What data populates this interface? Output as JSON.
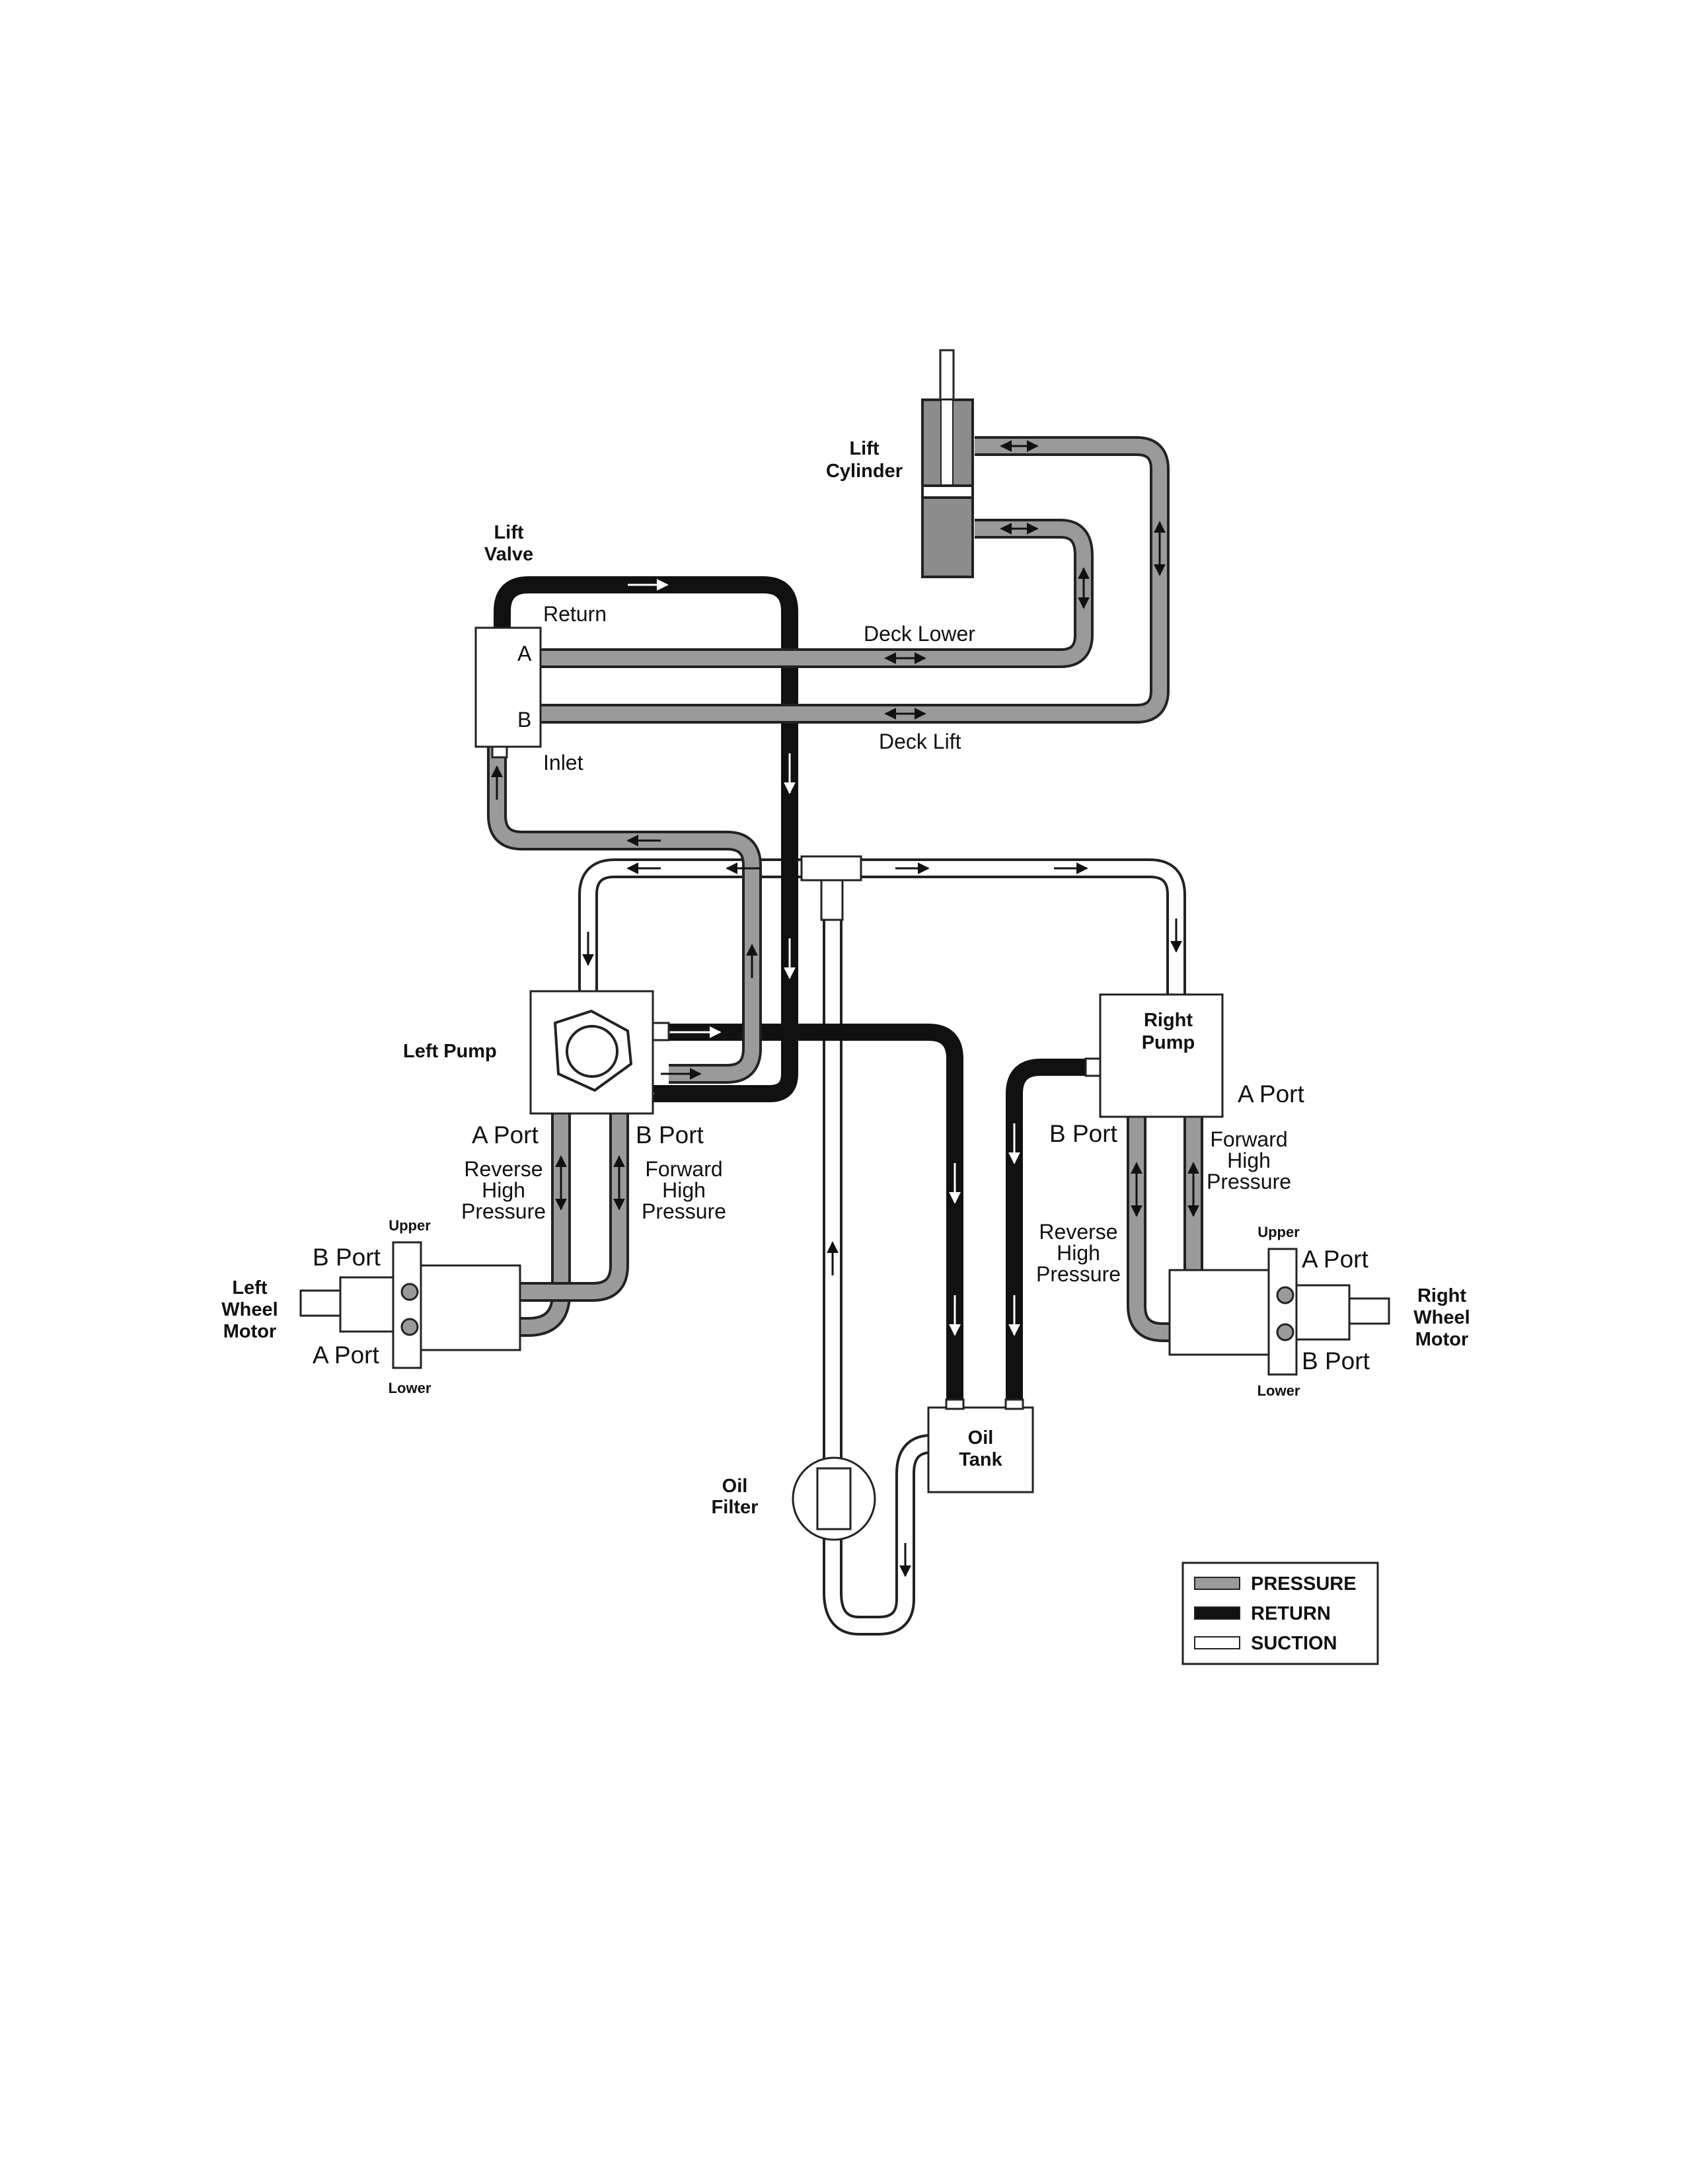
{
  "labels": {
    "lift_cylinder": [
      "Lift",
      "Cylinder"
    ],
    "lift_valve": [
      "Lift",
      "Valve"
    ],
    "return": "Return",
    "inlet": "Inlet",
    "valve_port_a": "A",
    "valve_port_b": "B",
    "deck_lower": "Deck Lower",
    "deck_lift": "Deck Lift",
    "left_pump": "Left Pump",
    "right_pump": [
      "Right",
      "Pump"
    ],
    "left_a_port": "A Port",
    "left_b_port": "B Port",
    "right_a_port": "A Port",
    "right_b_port": "B Port",
    "left_reverse": [
      "Reverse",
      "High",
      "Pressure"
    ],
    "left_forward": [
      "Forward",
      "High",
      "Pressure"
    ],
    "right_forward": [
      "Forward",
      "High",
      "Pressure"
    ],
    "right_reverse": [
      "Reverse",
      "High",
      "Pressure"
    ],
    "left_motor": [
      "Left",
      "Wheel",
      "Motor"
    ],
    "right_motor": [
      "Right",
      "Wheel",
      "Motor"
    ],
    "left_motor_b_port": "B Port",
    "left_motor_a_port": "A Port",
    "right_motor_a_port": "A Port",
    "right_motor_b_port": "B Port",
    "upper": "Upper",
    "lower": "Lower",
    "oil_tank": [
      "Oil",
      "Tank"
    ],
    "oil_filter": [
      "Oil",
      "Filter"
    ]
  },
  "legend": {
    "items": [
      {
        "label": "PRESSURE",
        "color": "#9a9a9a"
      },
      {
        "label": "RETURN",
        "color": "#111111"
      },
      {
        "label": "SUCTION",
        "color": "#ffffff"
      }
    ]
  },
  "colors": {
    "pressure": "#9a9a9a",
    "return": "#111111",
    "suction": "#ffffff",
    "outline": "#222222",
    "cylinder_fill": "#8c8c8c"
  }
}
